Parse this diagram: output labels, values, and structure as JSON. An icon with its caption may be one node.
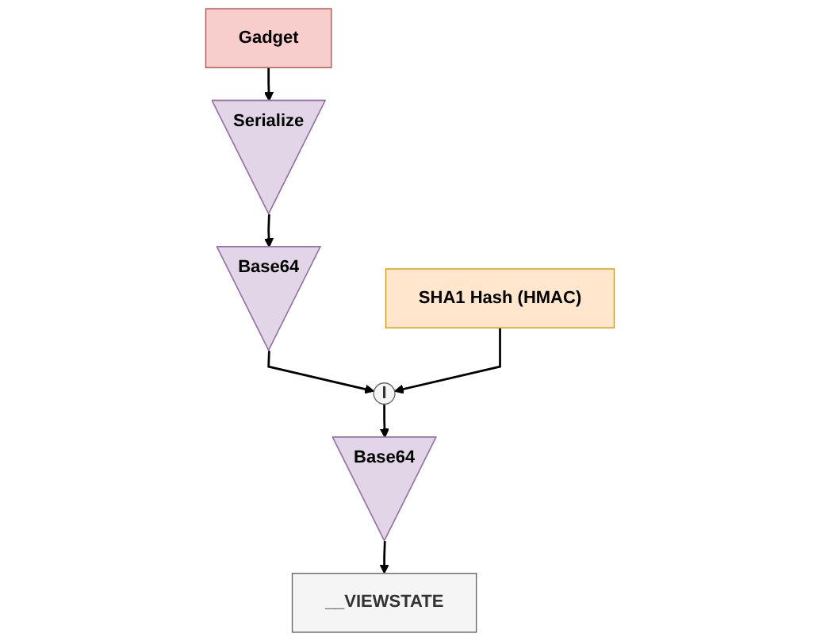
{
  "diagram": {
    "nodes": [
      {
        "text": [
          "Gadget"
        ]
      },
      {
        "text": [
          "SHA1 Hash (HMAC)"
        ]
      },
      {
        "text": [
          "Serialize"
        ]
      },
      {
        "text": [
          "Base64"
        ]
      },
      {
        "text": [
          "I"
        ]
      },
      {
        "text": [
          "Base64"
        ]
      },
      {
        "text": [
          "__VIEWSTATE"
        ]
      }
    ],
    "edges": [
      {
        "from": 0,
        "to": 2,
        "arrow": "to"
      },
      {
        "from": 2,
        "to": 3,
        "arrow": "to"
      },
      {
        "from": 3,
        "to": 4,
        "arrow": "to"
      },
      {
        "from": 1,
        "to": 4,
        "arrow": "to"
      },
      {
        "from": 4,
        "to": 5,
        "arrow": "to"
      },
      {
        "from": 5,
        "to": 6,
        "arrow": "to"
      }
    ]
  }
}
